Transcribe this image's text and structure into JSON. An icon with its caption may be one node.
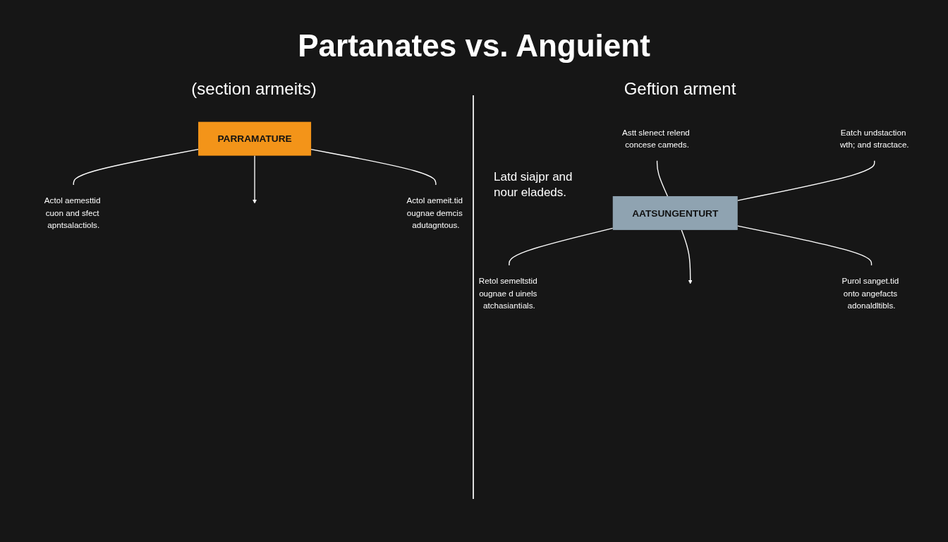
{
  "diagram": {
    "title": "Partanates vs. Anguient",
    "nodes": [
      {
        "text": [
          "PARRAMATURE"
        ]
      },
      {
        "text": [
          "Actol aemesttid cuon and sfect apntsalactiols."
        ]
      },
      {
        "text": [
          "Actol aemeit.tid ougnae demcis adutagntous."
        ]
      },
      {
        "text": [
          "AATSUNGENTURT"
        ]
      },
      {
        "text": [
          "Retol semeltstid ougnae d uinels atchasiantials."
        ]
      },
      {
        "text": [
          "Purol sanget.tid onto angefacts adonaldltibls."
        ]
      },
      {
        "text": [
          "Astt slenect relend concese cameds."
        ]
      },
      {
        "text": [
          "Eatch undstaction wth; and stractace."
        ]
      }
    ],
    "edges": [
      {
        "from": 0,
        "to": 1,
        "arrow": "none"
      },
      {
        "from": 0,
        "to": null,
        "arrow": "to"
      },
      {
        "from": 0,
        "to": 2,
        "arrow": "none"
      },
      {
        "from": 3,
        "to": 4,
        "arrow": "none"
      },
      {
        "from": 3,
        "to": null,
        "arrow": "to"
      },
      {
        "from": 3,
        "to": 5,
        "arrow": "none"
      },
      {
        "from": 6,
        "to": 3,
        "arrow": "none"
      },
      {
        "from": 7,
        "to": 3,
        "arrow": "none"
      }
    ],
    "labels": [
      "(section armeits)",
      "Geftion arment",
      "Latd siajpr and nour eladeds."
    ]
  }
}
